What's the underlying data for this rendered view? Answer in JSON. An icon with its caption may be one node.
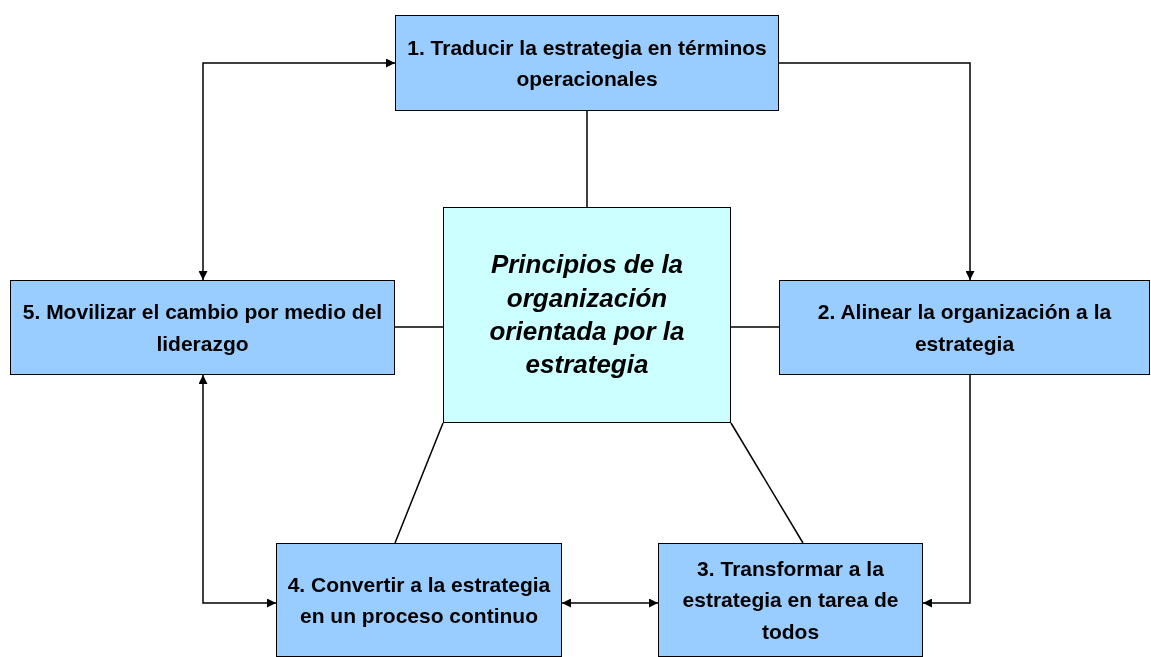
{
  "diagram": {
    "nodes": [
      {
        "text": [
          "1. Traducir la estrategia en términos operacionales"
        ]
      },
      {
        "text": [
          "Principios de la organización orientada por la estrategia"
        ]
      },
      {
        "text": [
          "5. Movilizar el cambio por medio del liderazgo"
        ]
      },
      {
        "text": [
          "2. Alinear la organización a la estrategia"
        ]
      },
      {
        "text": [
          "4. Convertir a la estrategia en un proceso continuo"
        ]
      },
      {
        "text": [
          "3. Transformar a la estrategia en tarea de todos"
        ]
      }
    ],
    "edges": [
      {
        "from": 0,
        "to": 3,
        "arrow": "to"
      },
      {
        "from": 3,
        "to": 5,
        "arrow": "to"
      },
      {
        "from": 4,
        "to": 5,
        "arrow": "both"
      },
      {
        "from": 2,
        "to": 4,
        "arrow": "both"
      },
      {
        "from": 2,
        "to": 0,
        "arrow": "both"
      },
      {
        "from": 1,
        "to": 0,
        "arrow": "none"
      },
      {
        "from": 1,
        "to": 2,
        "arrow": "none"
      },
      {
        "from": 1,
        "to": 3,
        "arrow": "none"
      },
      {
        "from": 1,
        "to": 4,
        "arrow": "none"
      },
      {
        "from": 1,
        "to": 5,
        "arrow": "none"
      }
    ]
  }
}
